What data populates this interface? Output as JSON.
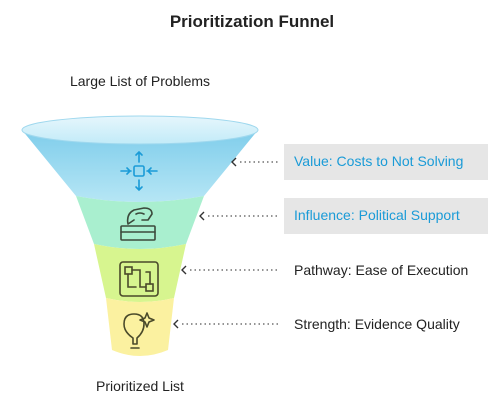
{
  "title": "Prioritization Funnel",
  "input_label": "Large List of Problems",
  "output_label": "Prioritized List",
  "stages": [
    {
      "label": "Value: Costs to Not Solving",
      "icon": "arrows-inward-icon",
      "color": "#a9e0f2",
      "highlighted": true
    },
    {
      "label": "Influence: Political Support",
      "icon": "hand-box-icon",
      "color": "#a9efcf",
      "highlighted": true
    },
    {
      "label": "Pathway: Ease of Execution",
      "icon": "circuit-path-icon",
      "color": "#d7f58f",
      "highlighted": false
    },
    {
      "label": "Strength: Evidence Quality",
      "icon": "lightbulb-icon",
      "color": "#fbf1a0",
      "highlighted": false
    }
  ],
  "colors": {
    "label_highlight": "#1a9bd7",
    "label_highlight_bg": "#e6e6e6",
    "icon_value": "#1a9bd7",
    "icon_stroke": "#4a4a2a"
  }
}
